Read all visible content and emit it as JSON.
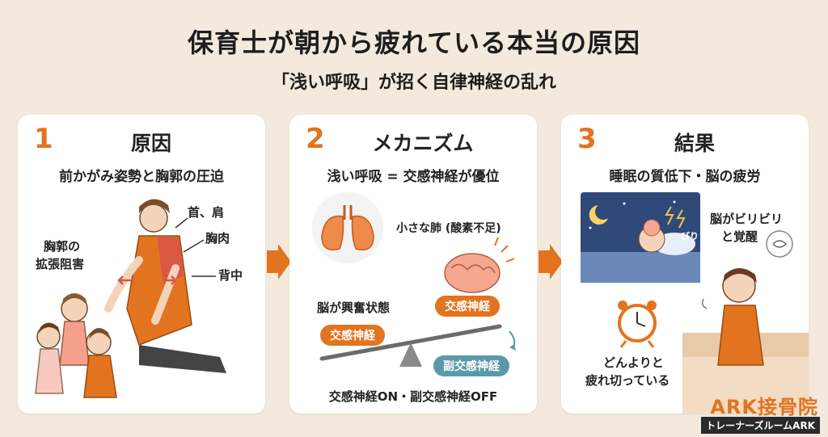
{
  "header": {
    "title": "保育士が朝から疲れている本当の原因",
    "subtitle": "「浅い呼吸」が招く自律神経の乱れ"
  },
  "panels": [
    {
      "number": "1",
      "title": "原因",
      "subtitle": "前かがみ姿勢と胸郭の圧迫",
      "labels": {
        "neck_shoulder": "首、肩",
        "chest_muscle": "胸肉",
        "back": "背中",
        "chest_line1": "胸郭の",
        "chest_line2": "拡張阻害"
      }
    },
    {
      "number": "2",
      "title": "メカニズム",
      "subtitle": "浅い呼吸 = 交感神経が優位",
      "labels": {
        "small_lungs": "小さな肺 (酸素不足)",
        "brain_excited": "脳が興奮状態",
        "sympathetic_top": "交感神経",
        "sympathetic_left": "交感神経",
        "parasympathetic": "副交感神経",
        "summary": "交感神経ON・副交感神経OFF"
      }
    },
    {
      "number": "3",
      "title": "結果",
      "subtitle": "睡眠の質低下・脳の疲労",
      "labels": {
        "brain_buzz_line1": "脳がビリビリ",
        "brain_buzz_line2": "と覚醒",
        "biri": "びり",
        "dull_line1": "どんよりと",
        "dull_line2": "疲れ切っている"
      }
    }
  ],
  "brand": {
    "name": "ARK接骨院",
    "tagline": "トレーナーズルームARK"
  },
  "colors": {
    "accent": "#e2741f",
    "teal": "#5a9aa8",
    "background": "#f3eadd"
  }
}
